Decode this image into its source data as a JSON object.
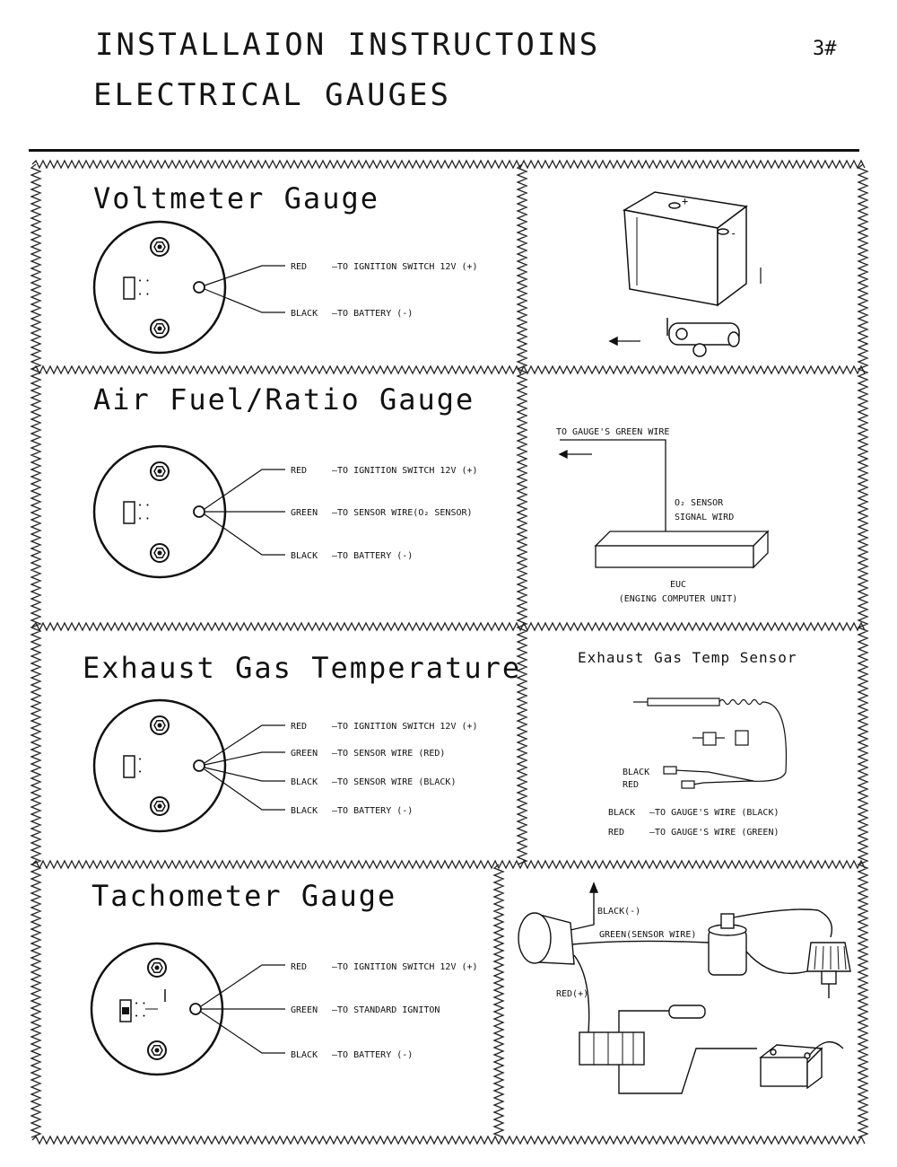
{
  "header": {
    "title_line1": "INSTALLAION  INSTRUCTOINS",
    "title_line2": "ELECTRICAL  GAUGES",
    "page_number": "3#"
  },
  "voltmeter": {
    "title": "Voltmeter Gauge",
    "wires": [
      {
        "color": "RED",
        "dest": "—TO IGNITION SWITCH 12V (+)"
      },
      {
        "color": "BLACK",
        "dest": "—TO BATTERY (-)"
      }
    ]
  },
  "air_fuel": {
    "title": "Air Fuel/Ratio Gauge",
    "wires": [
      {
        "color": "RED",
        "dest": "—TO IGNITION SWITCH 12V (+)"
      },
      {
        "color": "GREEN",
        "dest": "—TO SENSOR WIRE(O₂ SENSOR)"
      },
      {
        "color": "BLACK",
        "dest": "—TO BATTERY (-)"
      }
    ],
    "diagram": {
      "green_wire_label": "TO GAUGE'S GREEN WIRE",
      "sensor_label_1": "O₂ SENSOR",
      "sensor_label_2": "SIGNAL WIRD",
      "ecu_label": "EUC",
      "ecu_desc": "(ENGING COMPUTER UNIT)"
    }
  },
  "egt": {
    "title": "Exhaust Gas Temperature",
    "wires": [
      {
        "color": "RED",
        "dest": "—TO IGNITION SWITCH 12V (+)"
      },
      {
        "color": "GREEN",
        "dest": "—TO SENSOR WIRE (RED)"
      },
      {
        "color": "BLACK",
        "dest": "—TO SENSOR WIRE (BLACK)"
      },
      {
        "color": "BLACK",
        "dest": "—TO BATTERY (-)"
      }
    ],
    "sensor": {
      "title": "Exhaust Gas Temp Sensor",
      "lead_black": "BLACK",
      "lead_red": "RED",
      "legend": [
        {
          "color": "BLACK",
          "dest": "—TO GAUGE'S WIRE (BLACK)"
        },
        {
          "color": "RED",
          "dest": "—TO GAUGE'S WIRE (GREEN)"
        }
      ]
    }
  },
  "tachometer": {
    "title": "Tachometer Gauge",
    "wires": [
      {
        "color": "RED",
        "dest": "—TO IGNITION SWITCH 12V (+)"
      },
      {
        "color": "GREEN",
        "dest": "—TO STANDARD IGNITON"
      },
      {
        "color": "BLACK",
        "dest": "—TO BATTERY (-)"
      }
    ],
    "diagram": {
      "black_label": "BLACK(-)",
      "green_label": "GREEN(SENSOR WIRE)",
      "red_label": "RED(+)"
    }
  }
}
